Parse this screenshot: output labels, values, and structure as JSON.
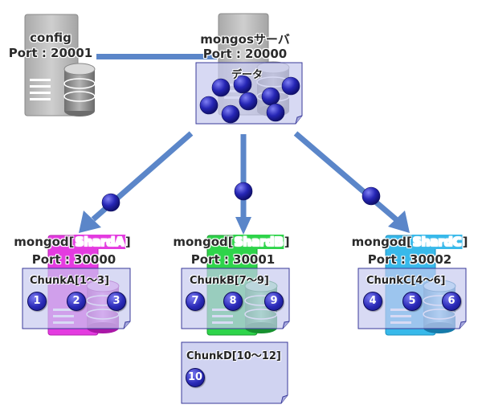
{
  "config": {
    "name": "config",
    "port": "Port : 20001"
  },
  "mongos": {
    "name": "mongosサーバ",
    "port": "Port : 20000",
    "data_label": "データ"
  },
  "shards": [
    {
      "prefix": "mongod",
      "open_bracket": "[",
      "shard_name": "ShardA",
      "close_bracket": "]",
      "color": "#e43be0",
      "port": "Port : 30000",
      "chunk_label": "ChunkA[1〜3]",
      "numbers": [
        "1",
        "2",
        "3"
      ]
    },
    {
      "prefix": "mongod",
      "open_bracket": "[",
      "shard_name": "ShardB",
      "close_bracket": "]",
      "color": "#2ed44a",
      "port": "Port : 30001",
      "chunk_label": "ChunkB[7〜9]",
      "numbers": [
        "7",
        "8",
        "9"
      ]
    },
    {
      "prefix": "mongod",
      "open_bracket": "[",
      "shard_name": "ShardC",
      "close_bracket": "]",
      "color": "#38b9ea",
      "port": "Port : 30002",
      "chunk_label": "ChunkC[4〜6]",
      "numbers": [
        "4",
        "5",
        "6"
      ]
    }
  ],
  "extra_chunk": {
    "label": "ChunkD[10〜12]",
    "number": "10"
  },
  "colors": {
    "arrow": "#5b86c9",
    "note_fill": "#c8cbef",
    "note_stroke": "#3a3a9a",
    "server_gray": "#b9b9b9"
  }
}
